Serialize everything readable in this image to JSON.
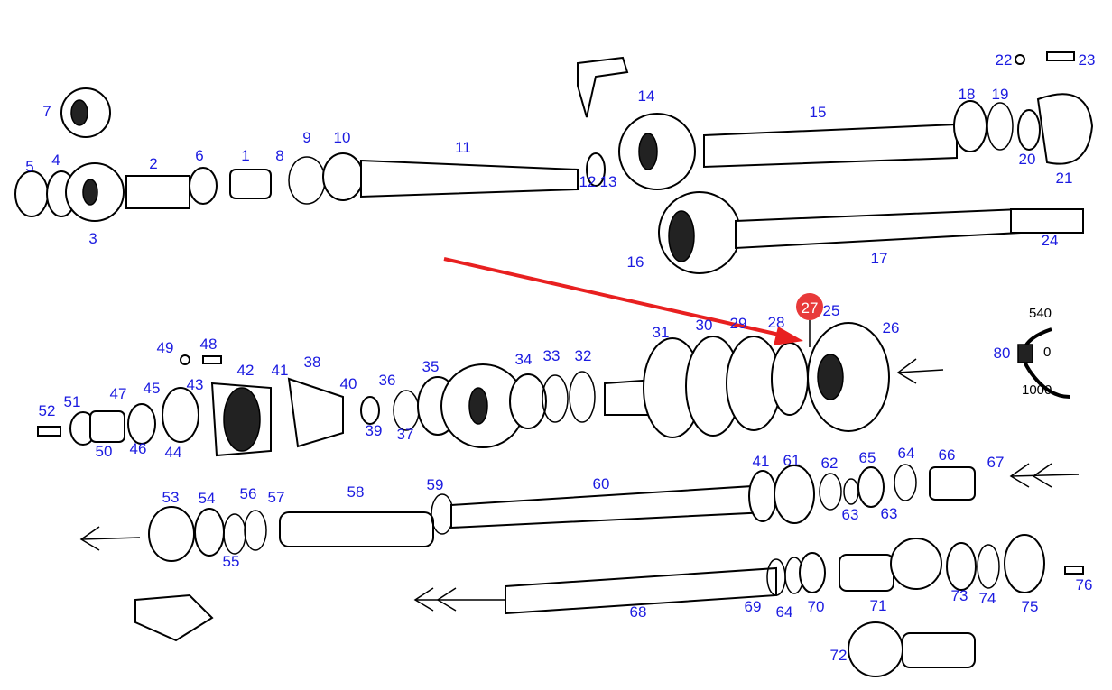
{
  "diagram": {
    "type": "exploded parts diagram - gearbox / PTO shafts",
    "labels": [
      "7",
      "5",
      "4",
      "3",
      "2",
      "6",
      "1",
      "8",
      "9",
      "10",
      "11",
      "12",
      "13",
      "14",
      "15",
      "18",
      "19",
      "20",
      "21",
      "22",
      "23",
      "16",
      "17",
      "24",
      "25",
      "26",
      "28",
      "29",
      "30",
      "31",
      "32",
      "33",
      "34",
      "35",
      "36",
      "37",
      "38",
      "39",
      "40",
      "41",
      "42",
      "43",
      "44",
      "45",
      "46",
      "47",
      "48",
      "49",
      "50",
      "51",
      "52",
      "80",
      "53",
      "54",
      "55",
      "56",
      "57",
      "58",
      "59",
      "60",
      "41",
      "61",
      "62",
      "63",
      "63",
      "65",
      "64",
      "66",
      "67",
      "68",
      "69",
      "64",
      "70",
      "71",
      "72",
      "73",
      "74",
      "75",
      "76"
    ],
    "highlight": {
      "label": "27",
      "color": "#e83a3a"
    },
    "pto_selector": {
      "speed_high": "540",
      "speed_low": "1000",
      "neutral": "0"
    },
    "colors": {
      "label": "#1b1be0",
      "arrow": "#e82020"
    }
  }
}
